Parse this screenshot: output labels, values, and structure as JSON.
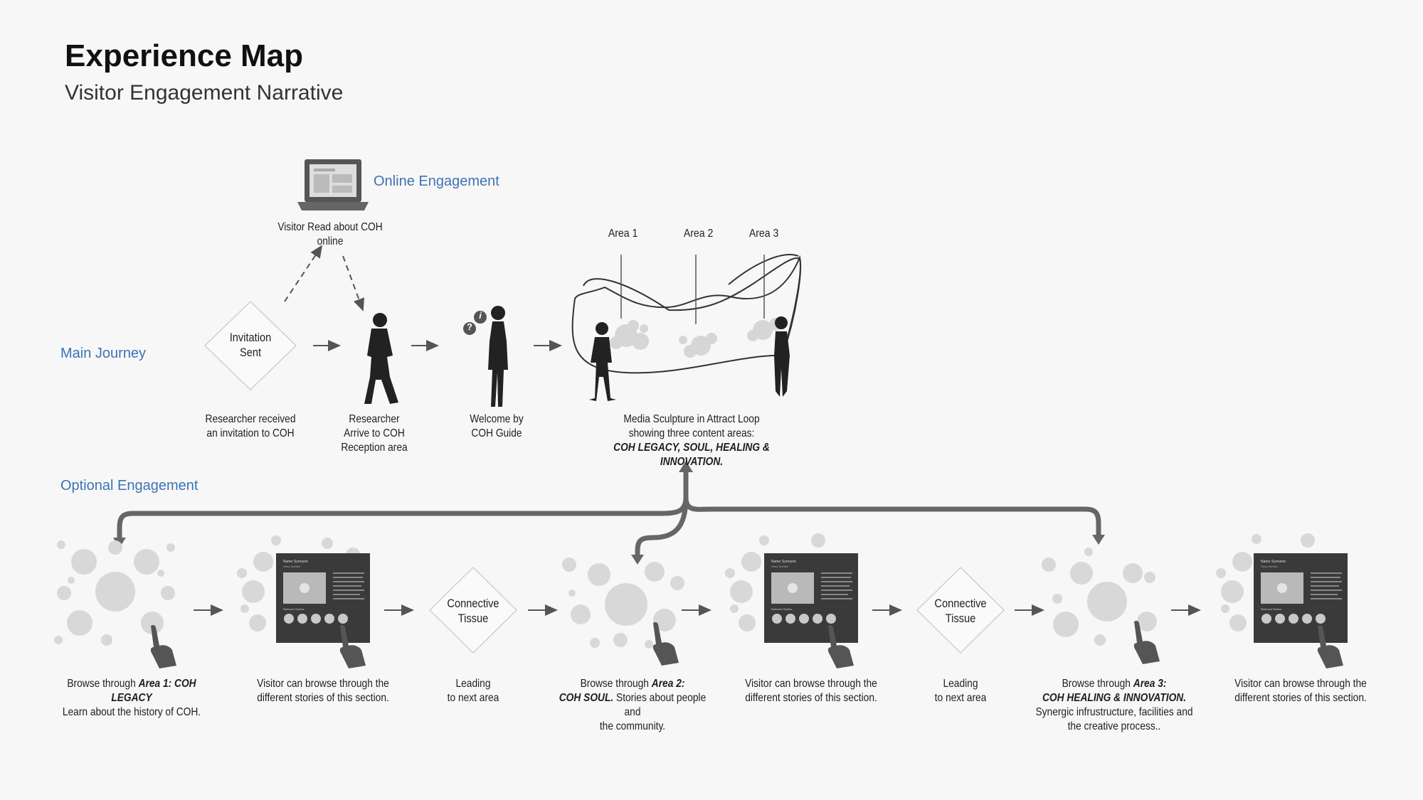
{
  "header": {
    "title": "Experience Map",
    "subtitle": "Visitor Engagement Narrative"
  },
  "lanes": {
    "online": "Online Engagement",
    "main": "Main Journey",
    "optional": "Optional Engagement"
  },
  "online": {
    "caption": "Visitor Read about COH online"
  },
  "main_journey": {
    "invitation_diamond": [
      "Invitation",
      "Sent"
    ],
    "captions": {
      "invitation": [
        "Researcher received",
        "an invitation to COH"
      ],
      "arrive": [
        "Researcher",
        "Arrive to COH",
        "Reception area"
      ],
      "welcome": [
        "Welcome by",
        "COH Guide"
      ],
      "sculpture": [
        "Media Sculpture in Attract Loop",
        "showing three content areas:",
        "COH LEGACY, SOUL, HEALING & INNOVATION."
      ]
    },
    "areas": [
      "Area 1",
      "Area 2",
      "Area 3"
    ],
    "guide_badges": [
      "?",
      "i"
    ]
  },
  "optional": {
    "screen_mock": {
      "name": "Name Surname",
      "story_subtitle": "Story Subtitle",
      "relevant": "Relevant Stories"
    },
    "connective_diamond": [
      "Connective",
      "Tissue"
    ],
    "captions": {
      "area1": {
        "lead": "Browse through ",
        "emph": "Area 1: COH LEGACY",
        "rest": [
          "Learn about the history of COH."
        ]
      },
      "stories1": [
        "Visitor can browse through the",
        "different stories of this section."
      ],
      "leading1": [
        "Leading",
        "to next area"
      ],
      "area2": {
        "lead": "Browse through ",
        "emph": "Area 2:",
        "emph2": "COH SOUL.",
        "line2_rest": " Stories about people and",
        "rest": [
          "the community."
        ]
      },
      "stories2": [
        "Visitor can browse through the",
        "different stories of this section."
      ],
      "leading2": [
        "Leading",
        "to next area"
      ],
      "area3": {
        "lead": "Browse through ",
        "emph": "Area 3:",
        "emph2": "COH HEALING & INNOVATION.",
        "rest": [
          "Synergic infrustructure, facilities and",
          "the creative process.."
        ]
      },
      "stories3": [
        "Visitor can browse through the",
        "different stories of this section."
      ]
    }
  },
  "colors": {
    "link_blue": "#3d73b4",
    "connector": "#666666",
    "screen": "#3a3a3a",
    "bubble": "#d6d6d6"
  }
}
